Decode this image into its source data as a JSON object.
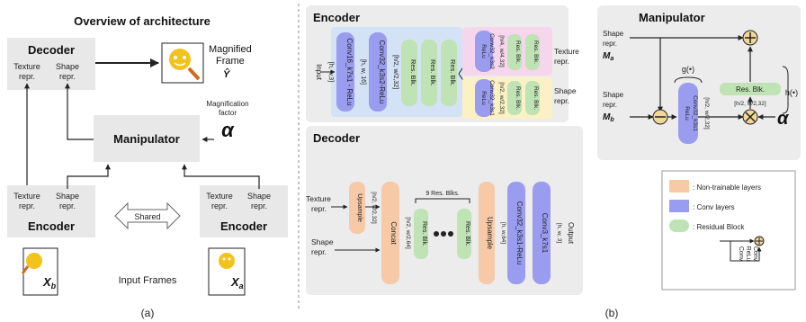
{
  "panel_a": {
    "title": "Overview of architecture",
    "decoder": {
      "title": "Decoder",
      "texture": [
        "Texture",
        "repr."
      ],
      "shape": [
        "Shape",
        "repr."
      ]
    },
    "magnified_frame": [
      "Magnified",
      "Frame"
    ],
    "y_hat": "Ŷ",
    "magnification_factor": [
      "Magnification",
      "factor"
    ],
    "alpha": "α",
    "manipulator": "Manipulator",
    "encoder_left": {
      "title": "Encoder",
      "texture": [
        "Texture",
        "repr."
      ],
      "shape": [
        "Shape",
        "repr."
      ]
    },
    "encoder_right": {
      "title": "Encoder",
      "texture": [
        "Texture",
        "repr."
      ],
      "shape": [
        "Shape",
        "repr."
      ]
    },
    "shared": "Shared",
    "input_frames": "Input Frames",
    "xb": "X",
    "xb_sub": "b",
    "xa": "X",
    "xa_sub": "a",
    "caption": "(a)"
  },
  "encoder": {
    "title": "Encoder",
    "input_label": "Input",
    "conv16": "Conv16_k7s1 - ReLu",
    "dim1": "[h, w, 16]",
    "conv32": "Conv32_k3s2-ReLu",
    "dim2": "[h/2, w/2,32]",
    "res_blk": "Res. Blk.",
    "input_dim": "[h, w,3]",
    "tex_relu": "ReLu",
    "tex_conv": "Conv32_k3s2",
    "tex_dim": "[h/4, w/4,32]",
    "shape_relu": "ReLu",
    "shape_conv": "Conv32_k3s1",
    "shape_dim": "[h/2, w/2,32]",
    "texture_out": [
      "Texture",
      "repr."
    ],
    "shape_out": [
      "Shape",
      "repr."
    ]
  },
  "manipulator": {
    "title": "Manipulator",
    "shape_a": [
      "Shape",
      "repr."
    ],
    "m_a": "M",
    "m_a_sub": "a",
    "shape_b": [
      "Shape",
      "repr."
    ],
    "m_b": "M",
    "m_b_sub": "b",
    "g_label": "g(•)",
    "h_label": "h(•)",
    "res_blk": "Res. Blk.",
    "conv_k3s1": "Conv32_k3s1",
    "dim": "[h/2, w/2,32]",
    "relu_block_relu": "ReLu",
    "relu_block_conv": "Conv32_k3s1",
    "relu_block_dim": "[h/2, w/2,32]",
    "alpha": "α"
  },
  "decoder": {
    "title": "Decoder",
    "texture_in": [
      "Texture",
      "repr."
    ],
    "shape_in": [
      "Shape",
      "repr."
    ],
    "upsample1": "Upsample",
    "dim_up1": "[h/2, w/2,32]",
    "concat": "Concat",
    "dim_concat": "[h/2, w/2,64]",
    "res_count": "9 Res. Blks.",
    "res_blk": "Res. Blk.",
    "upsample2": "Upsample",
    "dim_up2": "[h, w,64]",
    "conv32": "Conv32_k3s1-ReLu",
    "conv3": "Conv3_k7s1",
    "dim_out": "[h, w, 3]",
    "output_label": "Output"
  },
  "legend": {
    "items": [
      {
        "label": ": Non-trainable layers",
        "color": "#f7c9a6"
      },
      {
        "label": ": Conv layers",
        "color": "#9a9cf0"
      },
      {
        "label": ": Residual Block",
        "color": "#bfe3b4"
      }
    ],
    "conv": "Conv",
    "relu": "ReLu",
    "conv2": "Conv"
  },
  "caption_b": "(b)"
}
